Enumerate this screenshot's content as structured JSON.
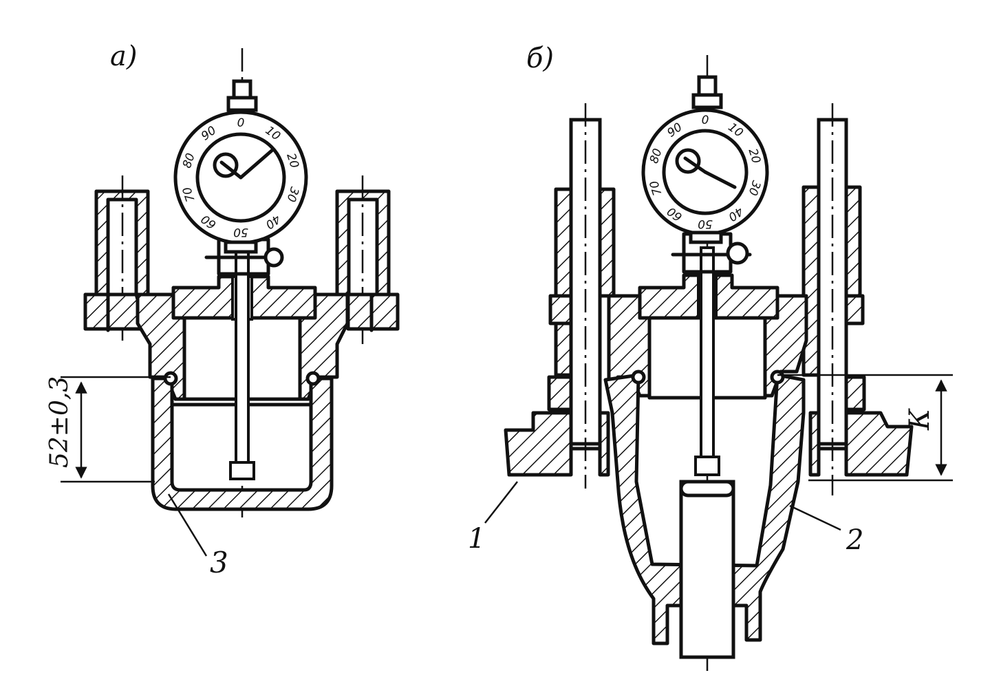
{
  "view_a": {
    "label": "а)",
    "dimension": "52±0,3",
    "callout_3": "3",
    "dial_marks": [
      "0",
      "10",
      "20",
      "30",
      "40",
      "50",
      "60",
      "70",
      "80",
      "90"
    ]
  },
  "view_b": {
    "label": "б)",
    "dimension": "К",
    "callout_1": "1",
    "callout_2": "2",
    "dial_marks": [
      "0",
      "10",
      "20",
      "30",
      "40",
      "50",
      "60",
      "70",
      "80",
      "90"
    ]
  }
}
